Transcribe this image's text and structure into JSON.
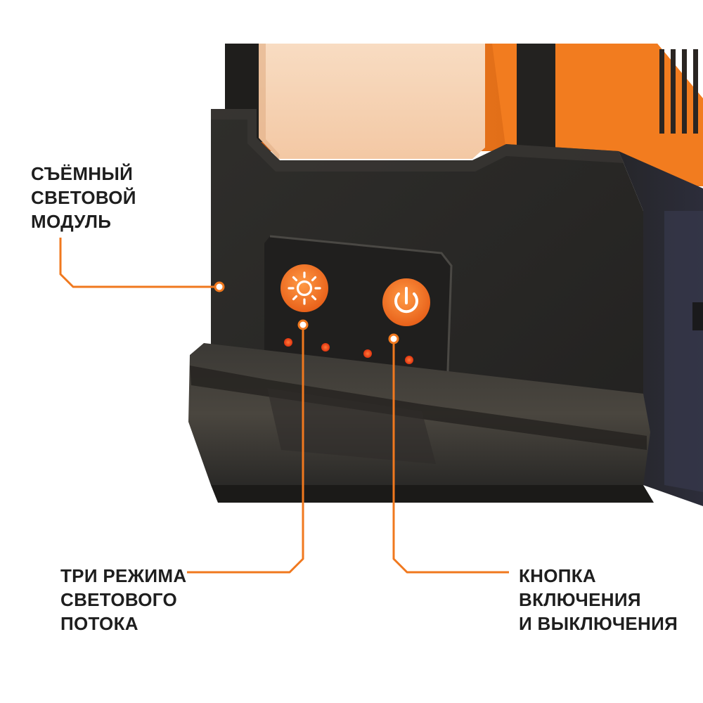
{
  "callouts": {
    "module": {
      "lines": [
        "СЪЁМНЫЙ",
        "СВЕТОВОЙ",
        "МОДУЛЬ"
      ]
    },
    "modes": {
      "lines": [
        "ТРИ РЕЖИМА",
        "СВЕТОВОГО",
        "ПОТОКА"
      ]
    },
    "power": {
      "lines": [
        "КНОПКА",
        "ВКЛЮЧЕНИЯ",
        "И ВЫКЛЮЧЕНИЯ"
      ]
    }
  },
  "colors": {
    "accent": "#f0781e",
    "housing": "#2b2a28",
    "text": "#1e1e1e",
    "indicator": "#ff4a1c"
  },
  "icons": {
    "mode_button": "sun-icon",
    "power_button": "power-icon"
  },
  "indicators": {
    "count": 4
  }
}
